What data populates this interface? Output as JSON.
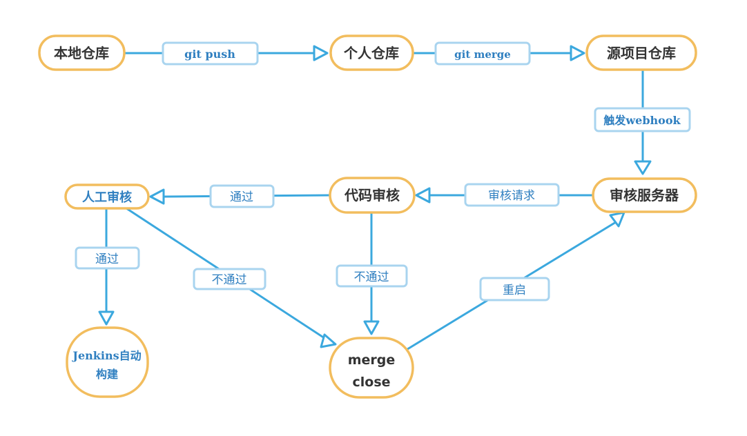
{
  "nodes": {
    "local_repo": "本地仓库",
    "personal_repo": "个人仓库",
    "source_repo": "源项目仓库",
    "review_server": "审核服务器",
    "code_review": "代码审核",
    "manual_review": "人工审核",
    "jenkins_line1": "Jenkins自动",
    "jenkins_line2": "构建",
    "merge_close_line1": "merge",
    "merge_close_line2": "close"
  },
  "edges": {
    "git_push": "git push",
    "git_merge": "git merge",
    "trigger_webhook": "触发webhook",
    "review_request": "审核请求",
    "pass_code": "通过",
    "pass_manual": "通过",
    "fail_manual": "不通过",
    "fail_code": "不通过",
    "restart": "重启"
  },
  "colors": {
    "node_border": "#f2bd5e",
    "edge_line": "#3ba8de",
    "label_border": "#a9d4ef",
    "label_text": "#2f7fc0",
    "node_text": "#333333"
  }
}
